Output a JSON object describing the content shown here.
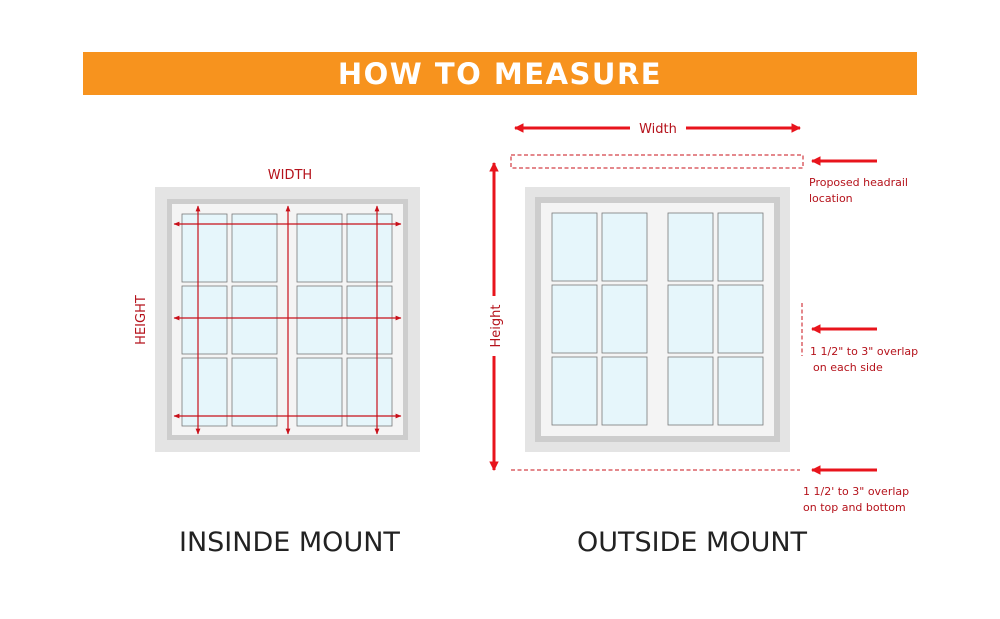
{
  "header": {
    "title": "HOW TO MEASURE"
  },
  "inside_mount": {
    "caption": "INSINDE MOUNT",
    "width_label": "WIDTH",
    "height_label": "HEIGHT"
  },
  "outside_mount": {
    "caption": "OUTSIDE MOUNT",
    "width_label": "Width",
    "height_label": "Height",
    "headrail_note": [
      "Proposed headrail",
      "location"
    ],
    "side_overlap_note": [
      "1 1/2\" to 3\" overlap",
      "on each side"
    ],
    "top_bottom_note": [
      "1 1/2' to 3\" overlap",
      "on top and bottom"
    ]
  },
  "colors": {
    "accent_orange": "#f7931e",
    "arrow_red": "#e8141c",
    "label_red": "#b5121b",
    "frame_gray": "#e4e4e4",
    "glass_blue": "#e6f6fb"
  }
}
